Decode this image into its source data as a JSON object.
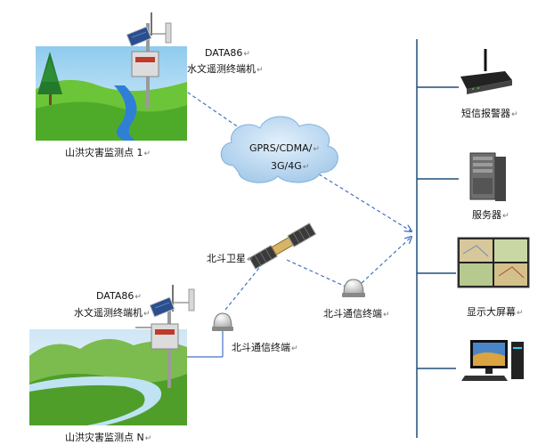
{
  "monitoring_points": [
    {
      "device_model": "DATA86",
      "device_name": "水文遥测终端机",
      "site_name": "山洪灾害监测点 1"
    },
    {
      "device_model": "DATA86",
      "device_name": "水文遥测终端机",
      "site_name": "山洪灾害监测点 N"
    }
  ],
  "network": {
    "cloud_line1": "GPRS/CDMA/",
    "cloud_line2": "3G/4G"
  },
  "satellite": {
    "name": "北斗卫星"
  },
  "beidou_terminals": [
    {
      "label": "北斗通信终端"
    },
    {
      "label": "北斗通信终端"
    }
  ],
  "center_devices": [
    {
      "label": "短信报警器",
      "icon": "wireless-router-icon"
    },
    {
      "label": "服务器",
      "icon": "server-tower-icon"
    },
    {
      "label": "显示大屏幕",
      "icon": "display-wall-icon"
    },
    {
      "label": "",
      "icon": "desktop-computer-icon"
    }
  ],
  "paragraph_mark": "↵",
  "colors": {
    "bus_line": "#1f4e79",
    "link_dashed": "#4472c4",
    "cloud": "#bdd7ee",
    "grass": "#5cb82e",
    "sky": "#a9d8f2"
  }
}
